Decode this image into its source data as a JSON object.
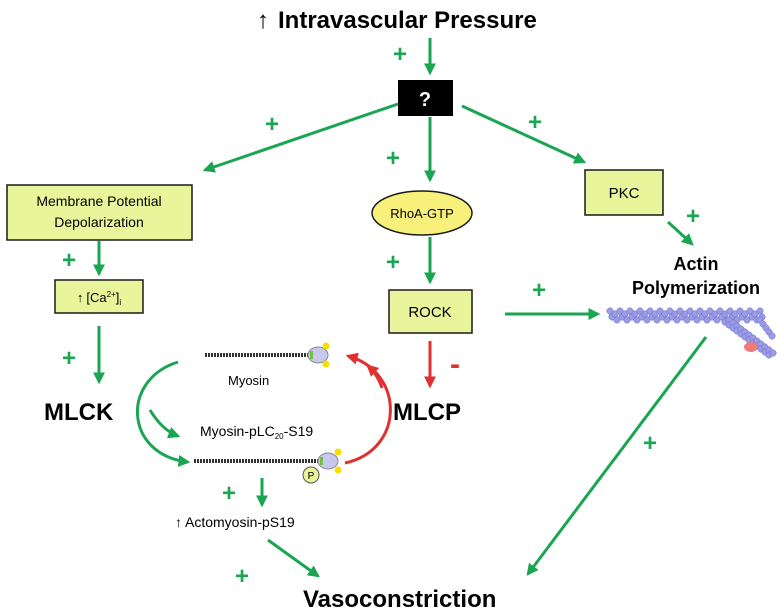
{
  "top": {
    "arrow_glyph": "↑",
    "title": "Intravascular Pressure"
  },
  "unknown_box": {
    "label": "?"
  },
  "nodes": {
    "membrane_line1": "Membrane Potential",
    "membrane_line2": "Depolarization",
    "calcium_arrow": "↑",
    "calcium_base": "[Ca",
    "calcium_sup": "2+",
    "calcium_close": "]",
    "calcium_sub": "i",
    "rhoa": "RhoA-GTP",
    "rock": "ROCK",
    "pkc": "PKC",
    "actin_line1": "Actin",
    "actin_line2": "Polymerization",
    "mlck": "MLCK",
    "mlcp": "MLCP",
    "myosin": "Myosin",
    "myosin_plc_a": "Myosin-pLC",
    "myosin_plc_sub": "20",
    "myosin_plc_b": "-S19",
    "phospho": "P",
    "actomyosin_arrow": "↑",
    "actomyosin": "Actomyosin-pS19",
    "vasoconstriction": "Vasoconstriction"
  },
  "signs": {
    "plus": "+",
    "minus": "-"
  },
  "colors": {
    "activation": "#1aa552",
    "inhibition": "#e0302f",
    "box_fill": "#e9f59a",
    "oval_fill": "#f7f07a",
    "actin_bead": "#9b9be6"
  }
}
